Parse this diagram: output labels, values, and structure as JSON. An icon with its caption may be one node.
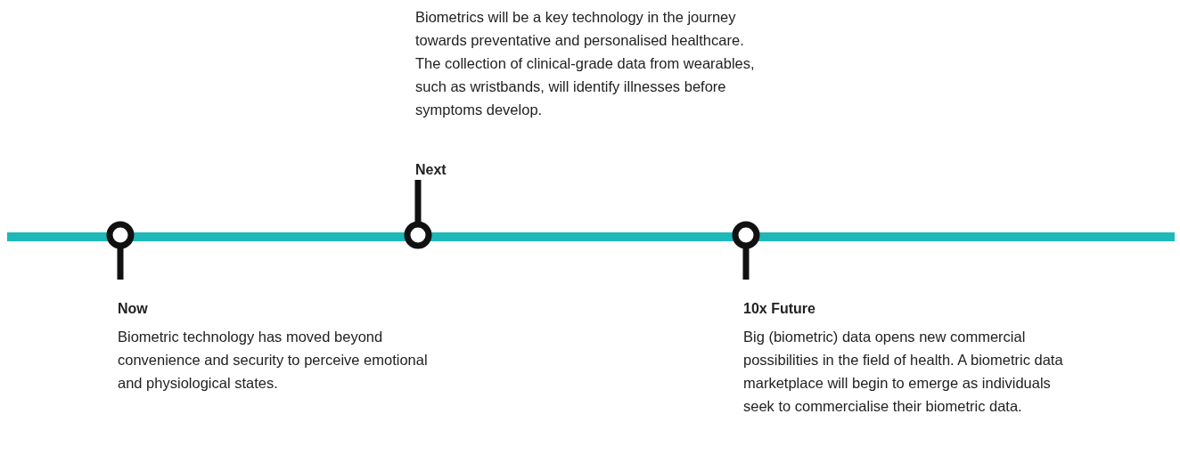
{
  "diagram": {
    "nodes": [
      {
        "text": [
          "Now",
          "Biometric technology has moved beyond convenience and security to perceive emotional and physiological states."
        ]
      },
      {
        "text": [
          "Biometrics will be a key technology in the journey towards preventative and personalised healthcare. The collection of clinical-grade data from wearables, such as wristbands, will identify illnesses before symptoms develop.",
          "Next"
        ]
      },
      {
        "text": [
          "10x Future",
          "Big (biometric) data opens new commercial possibilities in the field of health. A biometric data marketplace will begin to emerge as individuals seek to commercialise their biometric data."
        ]
      }
    ],
    "edges": []
  }
}
